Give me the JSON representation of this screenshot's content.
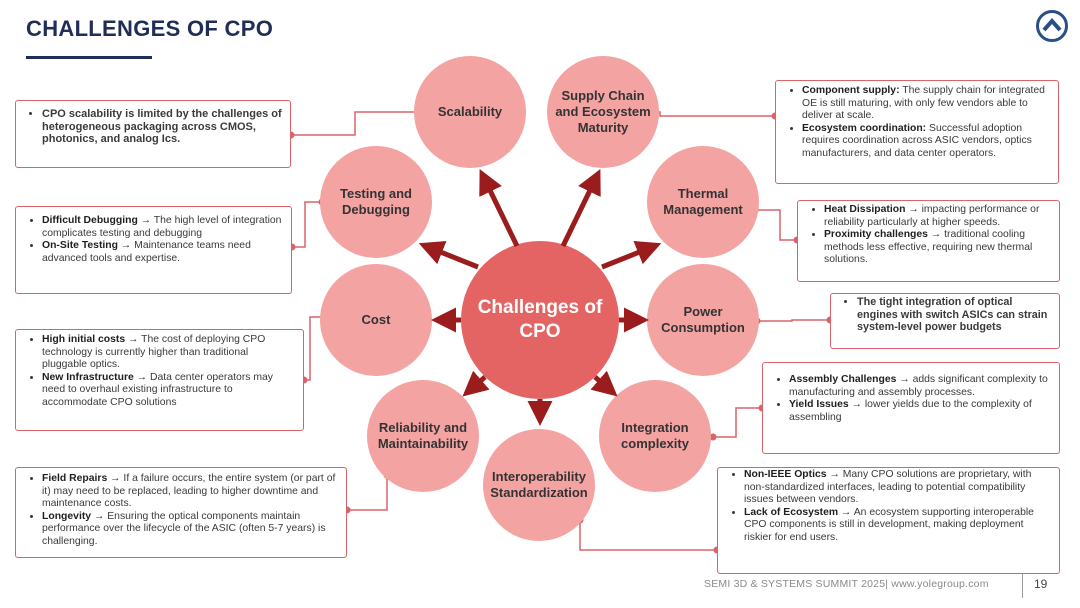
{
  "title": "CHALLENGES OF CPO",
  "logo_icon": "chevron-up-circle-icon",
  "center": "Challenges of CPO",
  "nodes": {
    "scalability": "Scalability",
    "supply_chain": "Supply Chain and Ecosystem Maturity",
    "testing": "Testing and Debugging",
    "thermal": "Thermal Management",
    "cost": "Cost",
    "power": "Power Consumption",
    "reliability": "Reliability and Maintainability",
    "integration": "Integration complexity",
    "interoperability": "Interoperability Standardization"
  },
  "boxes": {
    "scalability": {
      "text": "CPO scalability is limited by the challenges of heterogeneous packaging across CMOS, photonics, and analog Ics."
    },
    "testing": {
      "items": [
        {
          "term": "Difficult Debugging",
          "text": " The high level of integration complicates testing and debugging"
        },
        {
          "term": "On-Site Testing",
          "text": " Maintenance teams need advanced tools and expertise."
        }
      ]
    },
    "cost": {
      "items": [
        {
          "term": "High initial costs",
          "text": " The cost of deploying CPO technology is currently higher than traditional pluggable optics."
        },
        {
          "term": "New Infrastructure",
          "text": " Data center operators may need to overhaul existing infrastructure to accommodate CPO solutions"
        }
      ]
    },
    "reliability": {
      "items": [
        {
          "term": "Field Repairs",
          "text": " If a failure occurs, the entire system (or part of it) may need to be replaced, leading to higher downtime and maintenance costs."
        },
        {
          "term": "Longevity",
          "text": " Ensuring the optical components maintain performance over the lifecycle of the ASIC (often 5-7 years) is challenging."
        }
      ]
    },
    "supply_chain": {
      "items": [
        {
          "term": "Component supply:",
          "text": " The supply chain for integrated OE is still maturing, with only few vendors able to deliver at scale."
        },
        {
          "term": "Ecosystem coordination:",
          "text": " Successful adoption requires coordination across ASIC vendors, optics manufacturers, and data center operators."
        }
      ]
    },
    "thermal": {
      "items": [
        {
          "term": "Heat Dissipation",
          "text": " impacting performance or reliability particularly at higher speeds."
        },
        {
          "term": "Proximity challenges",
          "text": " traditional cooling methods less effective, requiring new thermal solutions."
        }
      ]
    },
    "power": {
      "text": "The tight integration of optical engines with switch ASICs can strain system-level power budgets"
    },
    "integration": {
      "items": [
        {
          "term": "Assembly Challenges",
          "text": " adds significant complexity to manufacturing and assembly processes."
        },
        {
          "term": "Yield Issues",
          "text": " lower yields due to the complexity of assembling"
        }
      ]
    },
    "interoperability": {
      "items": [
        {
          "term": "Non-IEEE Optics",
          "text": " Many CPO solutions are proprietary, with non-standardized interfaces, leading to potential compatibility issues between vendors."
        },
        {
          "term": "Lack of Ecosystem",
          "text": " An ecosystem supporting interoperable CPO components is still in development, making deployment riskier for end users."
        }
      ]
    }
  },
  "arrow_glyph": "→",
  "footer": "SEMI 3D & SYSTEMS SUMMIT 2025| www.yolegroup.com",
  "page_number": "19"
}
